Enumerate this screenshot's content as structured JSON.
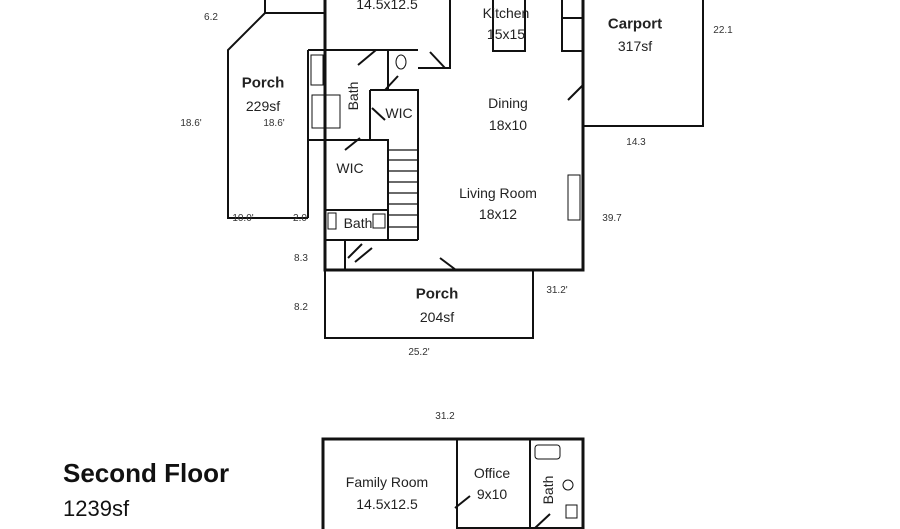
{
  "first_floor": {
    "rooms": {
      "top_room_size": "14.5x12.5",
      "kitchen": {
        "name": "Kitchen",
        "size": "15x15"
      },
      "carport": {
        "name": "Carport",
        "area": "317sf"
      },
      "side_porch": {
        "name": "Porch",
        "area": "229sf"
      },
      "bath_upper": "Bath",
      "wic_upper": "WIC",
      "wic_lower": "WIC",
      "bath_lower": "Bath",
      "dining": {
        "name": "Dining",
        "size": "18x10"
      },
      "living_room": {
        "name": "Living Room",
        "size": "18x12"
      },
      "front_porch": {
        "name": "Porch",
        "area": "204sf"
      }
    },
    "dimensions": {
      "d_6_2": "6.2",
      "d_22_1": "22.1",
      "d_18_6_outer": "18.6'",
      "d_18_6_inner": "18.6'",
      "d_14_3": "14.3",
      "d_10_0": "10.0'",
      "d_2_0": "2.0",
      "d_39_7": "39.7",
      "d_8_3": "8.3",
      "d_31_2": "31.2'",
      "d_8_2": "8.2",
      "d_25_2": "25.2'"
    }
  },
  "second_floor": {
    "title": "Second Floor",
    "area": "1239sf",
    "width_dim": "31.2",
    "rooms": {
      "family_room": {
        "name": "Family Room",
        "size": "14.5x12.5"
      },
      "office": {
        "name": "Office",
        "size": "9x10"
      },
      "bath": "Bath"
    }
  }
}
